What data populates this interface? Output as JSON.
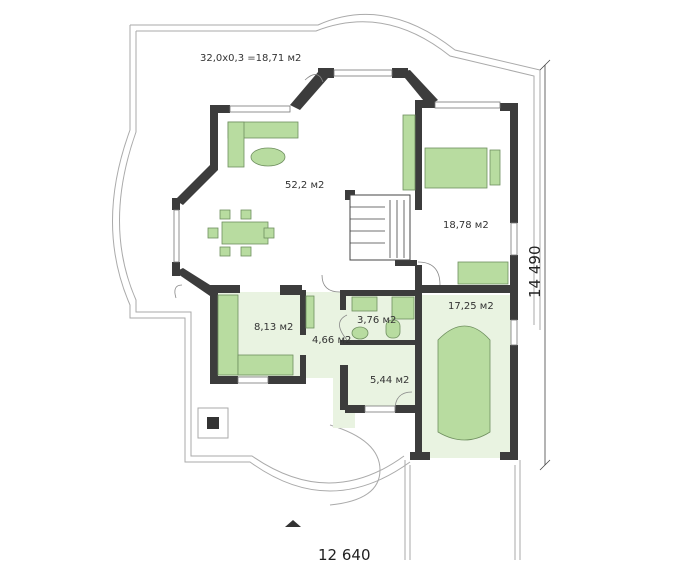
{
  "plan": {
    "terrace_label": "32,0x0,3 =18,71 м2",
    "rooms": {
      "living": "52,2 м2",
      "bedroom": "18,78 м2",
      "garage": "17,25 м2",
      "kitchen": "8,13 м2",
      "bathroom": "3,76 м2",
      "hall": "4,66 м2",
      "entry": "5,44 м2"
    },
    "dimensions": {
      "width": "12 640",
      "depth": "14 490"
    }
  },
  "colors": {
    "wall": "#3c3c3c",
    "floor": "#e9f3e1",
    "furniture": "#b8dca0"
  }
}
